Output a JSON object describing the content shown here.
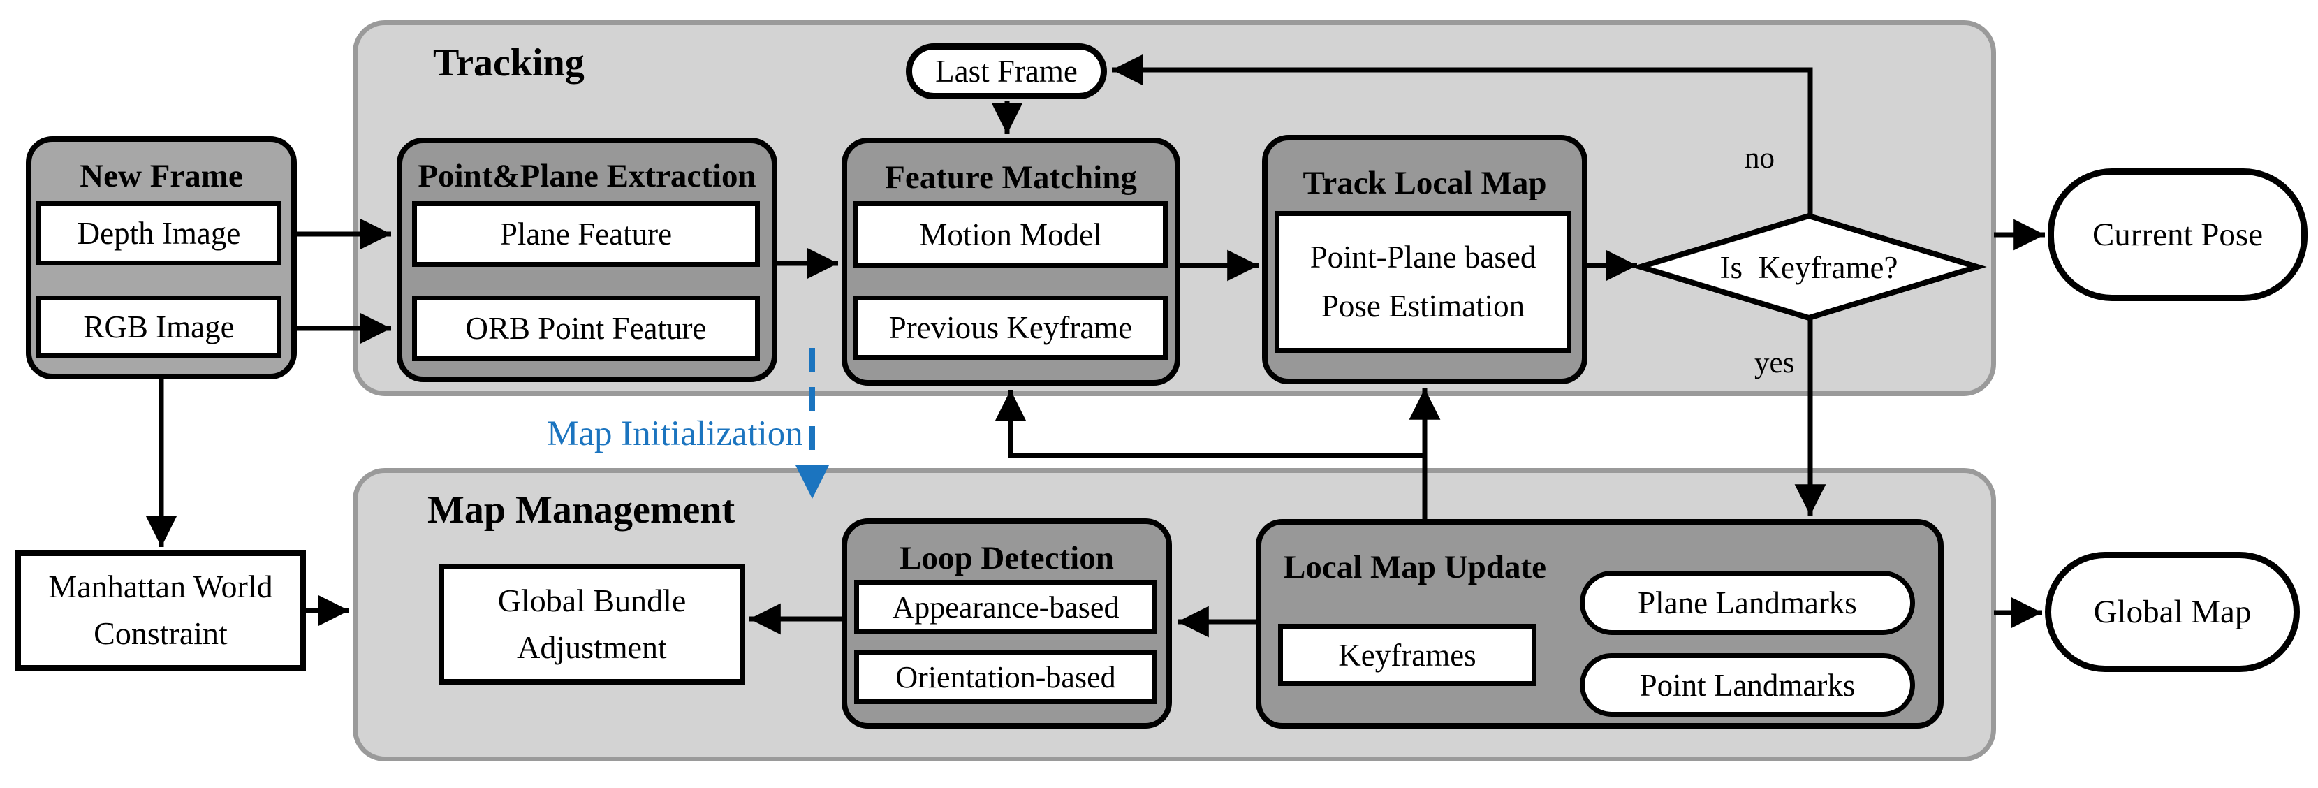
{
  "sections": {
    "tracking": {
      "title": "Tracking"
    },
    "map_management": {
      "title": "Map Management"
    }
  },
  "nodes": {
    "new_frame": {
      "title": "New Frame",
      "depth": "Depth Image",
      "rgb": "RGB Image"
    },
    "extraction": {
      "title": "Point&Plane Extraction",
      "plane": "Plane Feature",
      "orb": "ORB Point Feature"
    },
    "matching": {
      "title": "Feature Matching",
      "motion": "Motion Model",
      "previous": "Previous Keyframe"
    },
    "track_local_map": {
      "title": "Track Local Map",
      "pose_line1": "Point-Plane based",
      "pose_line2": "Pose Estimation"
    },
    "loop_detection": {
      "title": "Loop Detection",
      "appearance": "Appearance-based",
      "orientation": "Orientation-based"
    },
    "local_map_update": {
      "title": "Local Map Update",
      "keyframes": "Keyframes",
      "plane_landmarks": "Plane Landmarks",
      "point_landmarks": "Point Landmarks"
    },
    "manhattan": {
      "line1": "Manhattan World",
      "line2": "Constraint"
    },
    "global_bundle": {
      "line1": "Global Bundle",
      "line2": "Adjustment"
    }
  },
  "terminals": {
    "last_frame": "Last Frame",
    "current_pose": "Current Pose",
    "global_map": "Global Map"
  },
  "decision": {
    "label": "Is  Keyframe?",
    "yes": "yes",
    "no": "no"
  },
  "edge_labels": {
    "map_initialization": "Map Initialization"
  },
  "colors": {
    "container_fill": "#d3d3d3",
    "container_border": "#9a9a9a",
    "group_fill": "#989898",
    "new_frame_fill": "#a7a7a7",
    "accent_blue": "#1b74bf",
    "line_black": "#000000"
  }
}
